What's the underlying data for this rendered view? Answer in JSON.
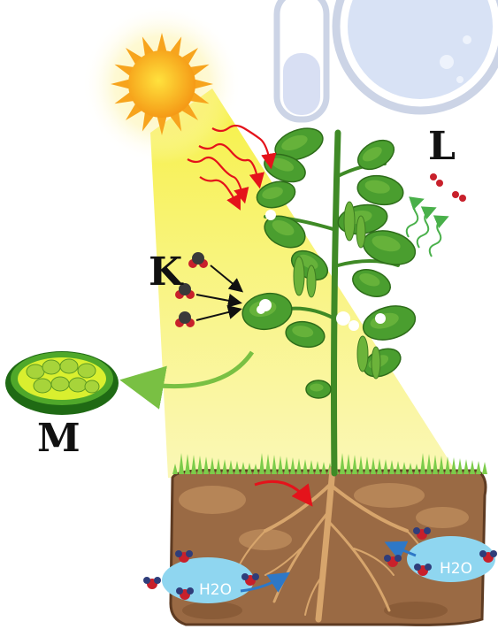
{
  "labels": {
    "k": "K",
    "l": "L",
    "m": "M"
  },
  "water_labels": [
    "H2O",
    "H2O"
  ],
  "colors": {
    "sun": "#f7a41d",
    "sunlight": "#f3ee3c",
    "leaf": "#4a9e2f",
    "leaf_light": "#79c043",
    "stem": "#3f8a26",
    "soil": "#9a6a44",
    "soil_dark": "#6b4529",
    "root": "#d7a56c",
    "water": "#8fd6f0",
    "oxygen": "#c8202b",
    "carbon": "#3a3a3a",
    "arrow_red": "#e4131b",
    "arrow_black": "#111111",
    "arrow_green": "#49b04a",
    "chloroplast": "#2e7d1b",
    "lab_glass": "#c7d3e8"
  },
  "icons": [
    "sun-icon",
    "test-tube-icon",
    "flask-icon",
    "chloroplast-icon",
    "co2-molecule-icon",
    "o2-molecule-icon",
    "water-molecule-icon"
  ]
}
